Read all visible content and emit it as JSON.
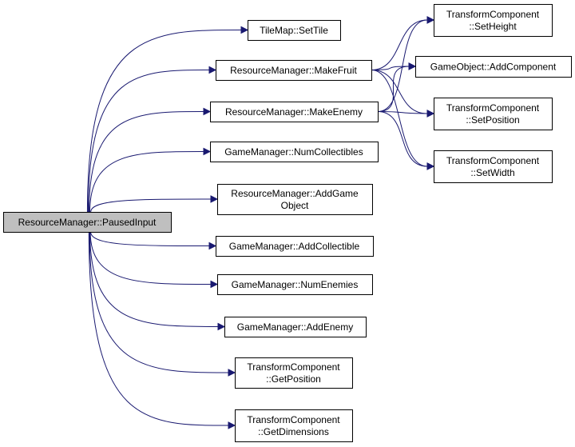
{
  "colors": {
    "edge": "#191970",
    "root_fill": "#bfbfbf",
    "node_fill": "#ffffff",
    "node_border": "#000000"
  },
  "nodes": [
    {
      "id": "paused-input",
      "lines": [
        "ResourceManager::PausedInput"
      ],
      "root": true
    },
    {
      "id": "set-tile",
      "lines": [
        "TileMap::SetTile"
      ]
    },
    {
      "id": "make-fruit",
      "lines": [
        "ResourceManager::MakeFruit"
      ]
    },
    {
      "id": "make-enemy",
      "lines": [
        "ResourceManager::MakeEnemy"
      ]
    },
    {
      "id": "num-collectibles",
      "lines": [
        "GameManager::NumCollectibles"
      ]
    },
    {
      "id": "add-game-object",
      "lines": [
        "ResourceManager::AddGame",
        "Object"
      ]
    },
    {
      "id": "add-collectible",
      "lines": [
        "GameManager::AddCollectible"
      ]
    },
    {
      "id": "num-enemies",
      "lines": [
        "GameManager::NumEnemies"
      ]
    },
    {
      "id": "add-enemy",
      "lines": [
        "GameManager::AddEnemy"
      ]
    },
    {
      "id": "get-position",
      "lines": [
        "TransformComponent",
        "::GetPosition"
      ]
    },
    {
      "id": "get-dimensions",
      "lines": [
        "TransformComponent",
        "::GetDimensions"
      ]
    },
    {
      "id": "set-height",
      "lines": [
        "TransformComponent",
        "::SetHeight"
      ]
    },
    {
      "id": "add-component",
      "lines": [
        "GameObject::AddComponent"
      ]
    },
    {
      "id": "set-position",
      "lines": [
        "TransformComponent",
        "::SetPosition"
      ]
    },
    {
      "id": "set-width",
      "lines": [
        "TransformComponent",
        "::SetWidth"
      ]
    }
  ],
  "edges": [
    {
      "from": "paused-input",
      "to": "set-tile"
    },
    {
      "from": "paused-input",
      "to": "make-fruit"
    },
    {
      "from": "paused-input",
      "to": "make-enemy"
    },
    {
      "from": "paused-input",
      "to": "num-collectibles"
    },
    {
      "from": "paused-input",
      "to": "add-game-object"
    },
    {
      "from": "paused-input",
      "to": "add-collectible"
    },
    {
      "from": "paused-input",
      "to": "num-enemies"
    },
    {
      "from": "paused-input",
      "to": "add-enemy"
    },
    {
      "from": "paused-input",
      "to": "get-position"
    },
    {
      "from": "paused-input",
      "to": "get-dimensions"
    },
    {
      "from": "make-fruit",
      "to": "set-height"
    },
    {
      "from": "make-fruit",
      "to": "add-component"
    },
    {
      "from": "make-fruit",
      "to": "set-position"
    },
    {
      "from": "make-fruit",
      "to": "set-width"
    },
    {
      "from": "make-enemy",
      "to": "set-height"
    },
    {
      "from": "make-enemy",
      "to": "add-component"
    },
    {
      "from": "make-enemy",
      "to": "set-position"
    },
    {
      "from": "make-enemy",
      "to": "set-width"
    }
  ]
}
